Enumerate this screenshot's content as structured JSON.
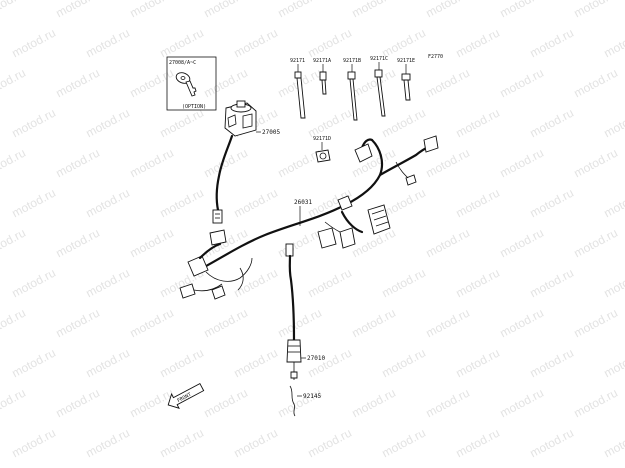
{
  "watermark": "motod.ru",
  "figure_code": "F2770",
  "labels": {
    "key_set": "27008/A~C",
    "option": "(OPTION)",
    "ignition_switch": "27005",
    "band_1": "92171",
    "band_a": "92171A",
    "band_b": "92171B",
    "band_c": "92171C",
    "band_e": "92171E",
    "clamp_d": "92171D",
    "harness": "26031",
    "cable": "27010",
    "retainer": "92145"
  },
  "front_arrow": "FRONT"
}
